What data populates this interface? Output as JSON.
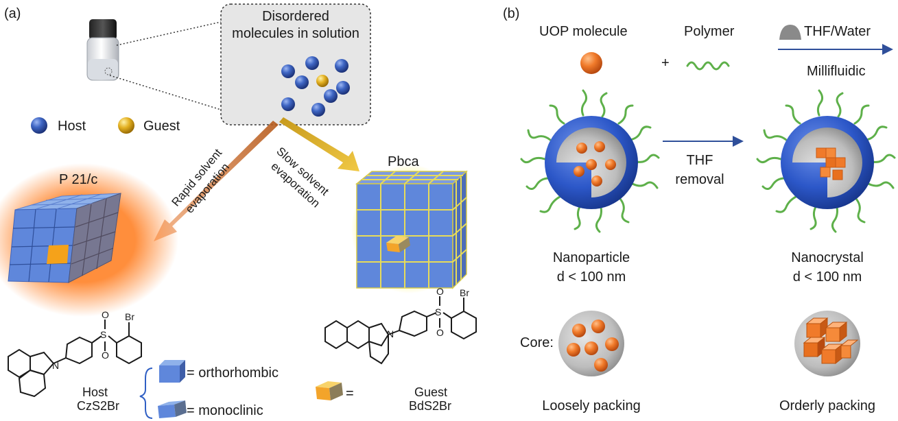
{
  "panel_a": {
    "label": "(a)",
    "solution_title_line1": "Disordered",
    "solution_title_line2": "molecules in solution",
    "legend": {
      "host": "Host",
      "guest": "Guest"
    },
    "rapid_line1": "Rapid solvent",
    "rapid_line2": "evaporation",
    "slow_line1": "Slow solvent",
    "slow_line2": "evaporation",
    "crystal_left_label": "P 21/c",
    "crystal_right_label": "Pbca",
    "host_name": "Host",
    "host_code": "CzS2Br",
    "guest_name": "Guest",
    "guest_code": "BdS2Br",
    "orthorhombic": "= orthorhombic",
    "monoclinic": "= monoclinic",
    "equals": "=",
    "atoms": {
      "S": "S",
      "O": "O",
      "Br": "Br",
      "N": "N"
    }
  },
  "panel_b": {
    "label": "(b)",
    "uop": "UOP molecule",
    "plus": "+",
    "polymer": "Polymer",
    "solvent": "THF/Water",
    "process": "Millifluidic",
    "thf_line1": "THF",
    "thf_line2": "removal",
    "nanoparticle": "Nanoparticle",
    "nanoparticle_size": "d < 100 nm",
    "nanocrystal": "Nanocrystal",
    "nanocrystal_size": "d < 100 nm",
    "core": "Core:",
    "loose": "Loosely packing",
    "orderly": "Orderly packing"
  },
  "colors": {
    "host": "#3f66c4",
    "guest": "#e3b021",
    "uop": "#f07a2a",
    "polymer": "#5eb04a",
    "shell": "#2c57c8",
    "arrow_blue": "#2f4f9a"
  }
}
